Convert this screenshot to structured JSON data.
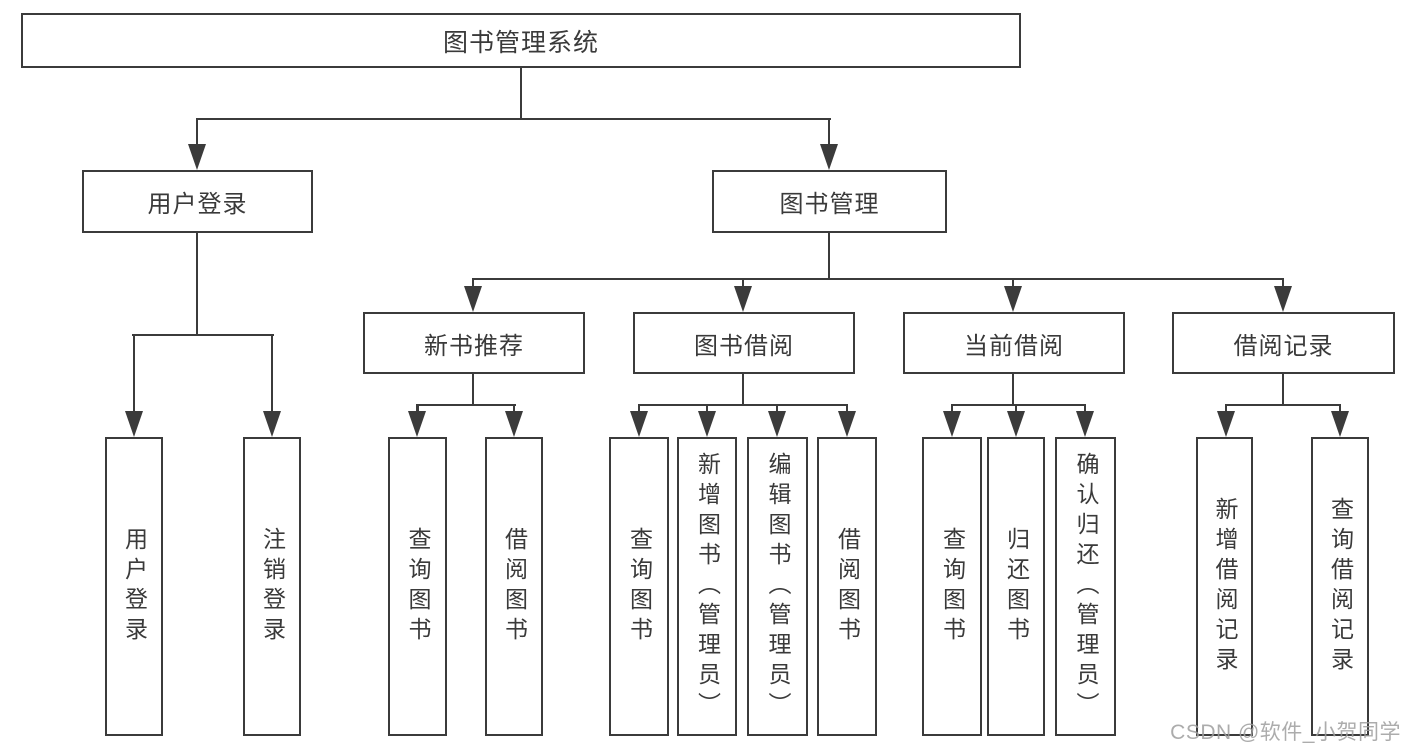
{
  "diagram": {
    "title": "图书管理系统",
    "level2": [
      {
        "label": "用户登录",
        "children": [
          "用户登录",
          "注销登录"
        ]
      },
      {
        "label": "图书管理",
        "sections": [
          {
            "label": "新书推荐",
            "children": [
              "查询图书",
              "借阅图书"
            ]
          },
          {
            "label": "图书借阅",
            "children": [
              "查询图书",
              "新增图书（管理员）",
              "编辑图书（管理员）",
              "借阅图书"
            ]
          },
          {
            "label": "当前借阅",
            "children": [
              "查询图书",
              "归还图书",
              "确认归还（管理员）"
            ]
          },
          {
            "label": "借阅记录",
            "children": [
              "新增借阅记录",
              "查询借阅记录"
            ]
          }
        ]
      }
    ]
  },
  "watermark": "CSDN @软件_小贺同学",
  "colors": {
    "line": "#3b3b3b",
    "text": "#3a3a3a",
    "watermark": "#9e9e9e",
    "background": "#ffffff"
  }
}
